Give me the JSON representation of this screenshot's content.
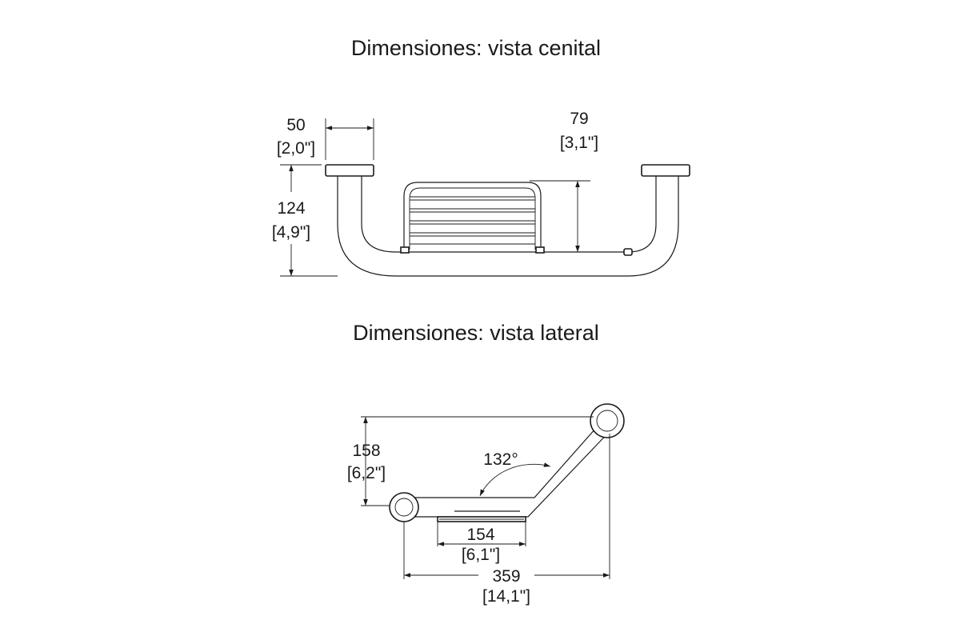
{
  "top_view": {
    "title": "Dimensiones: vista cenital",
    "dim_width": {
      "mm": "50",
      "in": "[2,0\"]"
    },
    "dim_depth": {
      "mm": "124",
      "in": "[4,9\"]"
    },
    "dim_shelf": {
      "mm": "79",
      "in": "[3,1\"]"
    }
  },
  "side_view": {
    "title": "Dimensiones: vista lateral",
    "dim_height": {
      "mm": "158",
      "in": "[6,2\"]"
    },
    "angle": "132°",
    "dim_shelf_length": {
      "mm": "154",
      "in": "[6,1\"]"
    },
    "dim_total_length": {
      "mm": "359",
      "in": "[14,1\"]"
    }
  }
}
